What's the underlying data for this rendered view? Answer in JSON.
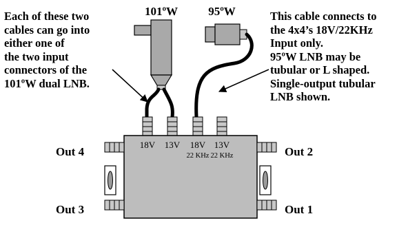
{
  "notes": {
    "left": [
      "Each of these two",
      "cables can go into",
      "either one of",
      "the two input",
      "connectors of the",
      "101ºW dual LNB."
    ],
    "right": [
      "This cable connects to",
      "the 4x4’s 18V/22KHz",
      "Input only.",
      "95ºW LNB may be",
      "tubular or L shaped.",
      "Single-output tubular",
      "LNB shown."
    ]
  },
  "lnb_labels": {
    "dual": "101ºW",
    "single": "95ºW"
  },
  "inputs": [
    {
      "voltage": "18V",
      "tone": ""
    },
    {
      "voltage": "13V",
      "tone": ""
    },
    {
      "voltage": "18V",
      "tone": "22 KHz"
    },
    {
      "voltage": "13V",
      "tone": "22 KHz"
    }
  ],
  "outputs": {
    "out4": "Out 4",
    "out3": "Out 3",
    "out2": "Out 2",
    "out1": "Out 1"
  },
  "colors": {
    "box_fill": "#bdbdbd",
    "lnb_fill": "#a9a9a9",
    "connector_fill": "#c8c8c8",
    "cable": "#000000"
  }
}
